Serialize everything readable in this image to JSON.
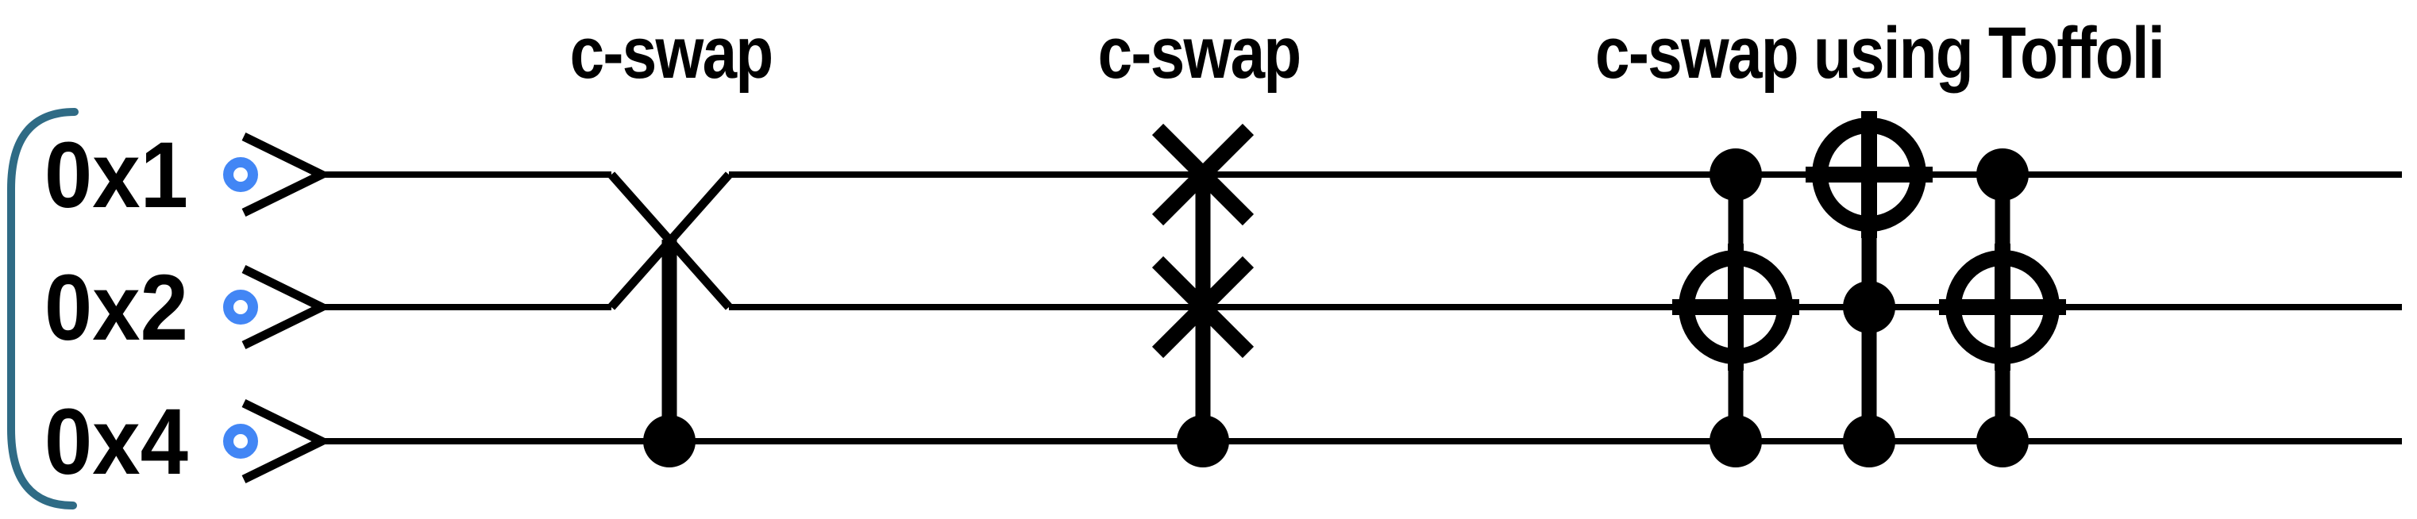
{
  "diagram": {
    "registers": [
      {
        "label": "0x1"
      },
      {
        "label": "0x2"
      },
      {
        "label": "0x4"
      }
    ],
    "sections": [
      {
        "title": "c-swap",
        "style": "wire-crossing",
        "control_register": "0x4",
        "swapped_registers": [
          "0x1",
          "0x2"
        ]
      },
      {
        "title": "c-swap",
        "style": "swap-x-symbols",
        "control_register": "0x4",
        "swapped_registers": [
          "0x1",
          "0x2"
        ]
      },
      {
        "title": "c-swap using Toffoli",
        "style": "toffoli-decomposition",
        "gates": [
          {
            "type": "toffoli",
            "controls": [
              "0x1",
              "0x4"
            ],
            "target": "0x2"
          },
          {
            "type": "toffoli",
            "controls": [
              "0x2",
              "0x4"
            ],
            "target": "0x1"
          },
          {
            "type": "toffoli",
            "controls": [
              "0x1",
              "0x4"
            ],
            "target": "0x2"
          }
        ]
      }
    ],
    "colors": {
      "wire": "#000000",
      "input_marker_blue": "#4286f5",
      "bracket_teal": "#2f6b85"
    }
  }
}
